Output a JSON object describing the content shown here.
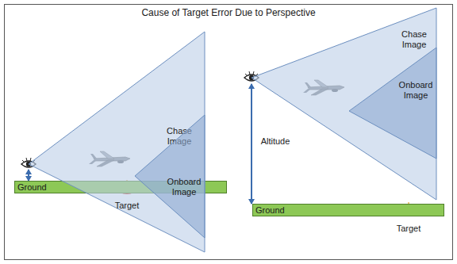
{
  "diagram": {
    "title": "Cause of Target Error Due to Perspective",
    "nodes": [
      {
        "text": [
          "Chase Image"
        ]
      },
      {
        "text": [
          "Onboard Image"
        ],
        "in": 0
      },
      {
        "text": [
          "Ground"
        ]
      },
      {
        "text": [
          "Chase Image"
        ]
      },
      {
        "text": [
          "Onboard Image"
        ],
        "in": 3
      },
      {
        "text": [
          "Ground"
        ]
      }
    ],
    "labels": [
      "Target",
      "Altitude",
      "Target"
    ]
  }
}
